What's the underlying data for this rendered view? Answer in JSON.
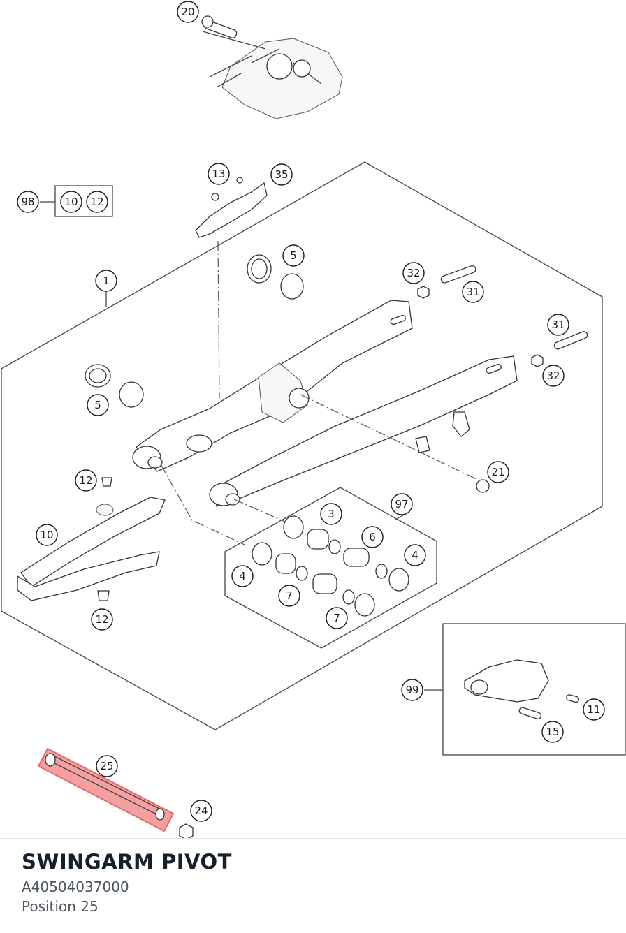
{
  "diagram": {
    "callouts": {
      "c20": "20",
      "c13": "13",
      "c35": "35",
      "c98": "98",
      "c98_10": "10",
      "c98_12": "12",
      "c5a": "5",
      "c1": "1",
      "c32a": "32",
      "c31a": "31",
      "c31b": "31",
      "c32b": "32",
      "c5b": "5",
      "c21": "21",
      "c12a": "12",
      "c97": "97",
      "c3": "3",
      "c6": "6",
      "c4a": "4",
      "c10": "10",
      "c4b": "4",
      "c7a": "7",
      "c7b": "7",
      "c12b": "12",
      "c99": "99",
      "c11": "11",
      "c15": "15",
      "c25": "25",
      "c24": "24"
    },
    "highlight_color": "#f08080"
  },
  "part": {
    "title": "SWINGARM PIVOT",
    "number": "A40504037000",
    "position": "Position 25"
  }
}
